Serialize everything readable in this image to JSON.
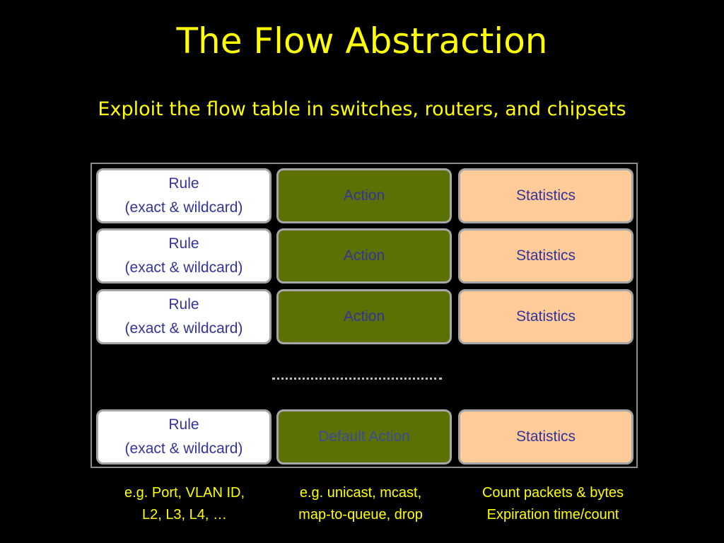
{
  "title": "The Flow Abstraction",
  "subtitle": "Exploit the flow table in switches, routers, and chipsets",
  "rows": [
    {
      "rule_line1": "Rule",
      "rule_line2": "(exact & wildcard)",
      "action": "Action",
      "stats": "Statistics"
    },
    {
      "rule_line1": "Rule",
      "rule_line2": "(exact & wildcard)",
      "action": "Action",
      "stats": "Statistics"
    },
    {
      "rule_line1": "Rule",
      "rule_line2": "(exact & wildcard)",
      "action": "Action",
      "stats": "Statistics"
    },
    {
      "rule_line1": "Rule",
      "rule_line2": "(exact & wildcard)",
      "action": "Default Action",
      "stats": "Statistics"
    }
  ],
  "captions": {
    "rule": {
      "line1": "e.g. Port, VLAN ID,",
      "line2": "L2, L3, L4, …"
    },
    "action": {
      "line1": "e.g. unicast, mcast,",
      "line2": "map-to-queue, drop"
    },
    "stats": {
      "line1": "Count packets & bytes",
      "line2": "Expiration time/count"
    }
  },
  "colors": {
    "background": "#000000",
    "title": "#ffff00",
    "rule_fill": "#ffffff",
    "action_fill": "#5b7103",
    "stats_fill": "#ffcc99",
    "cell_text": "#333399",
    "cell_border": "#a6a6a6"
  }
}
